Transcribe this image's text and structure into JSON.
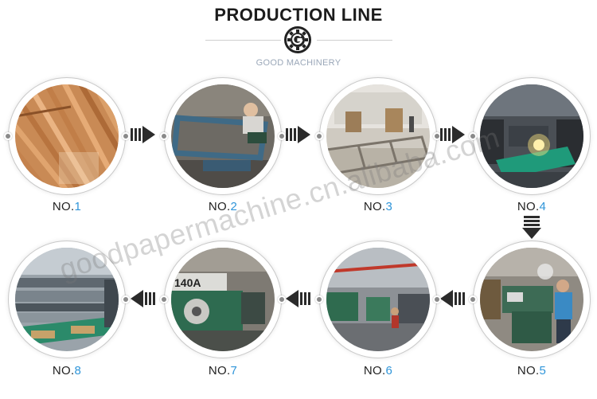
{
  "header": {
    "title": "PRODUCTION LINE",
    "subtitle": "GOOD MACHINERY",
    "logo_icon": "gear-g-logo-icon"
  },
  "steps": [
    {
      "prefix": "NO.",
      "number": "1",
      "photo_icon": "wood-planks-photo"
    },
    {
      "prefix": "NO.",
      "number": "2",
      "photo_icon": "steel-frame-welding-photo"
    },
    {
      "prefix": "NO.",
      "number": "3",
      "photo_icon": "frame-assembly-photo"
    },
    {
      "prefix": "NO.",
      "number": "4",
      "photo_icon": "welding-workshop-photo"
    },
    {
      "prefix": "NO.",
      "number": "5",
      "photo_icon": "lathe-operator-photo"
    },
    {
      "prefix": "NO.",
      "number": "6",
      "photo_icon": "workshop-floor-photo"
    },
    {
      "prefix": "NO.",
      "number": "7",
      "photo_icon": "lathe-machine-photo"
    },
    {
      "prefix": "NO.",
      "number": "8",
      "photo_icon": "paper-machine-rollers-photo"
    }
  ],
  "lathe_plate": "140A",
  "watermark": "goodpapermachine.cn.alibaba.com",
  "colors": {
    "number_accent": "#2f95d9",
    "arrow": "#2b2b2b",
    "subtitle": "#9aa7b8"
  }
}
